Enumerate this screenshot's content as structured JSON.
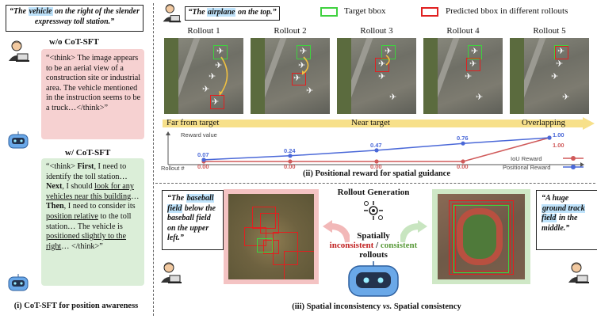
{
  "left": {
    "top_quote_pre": "“The ",
    "top_quote_hl": "vehicle",
    "top_quote_post": " on the right of the slender expressway toll station.”",
    "wo_title": "w/o CoT-SFT",
    "wo_text": "“<think> The image appears to be an aerial view of a construction site or industrial area. The vehicle mentioned in the instruction seems to be a truck…</think>”",
    "w_title": "w/ CoT-SFT",
    "w_l1a": "“<think> ",
    "w_l1b": "First",
    "w_l1c": ", I need to identify the toll station…",
    "w_l2a": "Next",
    "w_l2b": ", I should ",
    "w_l2c": "look for any vehicles near this building",
    "w_l2d": "… ",
    "w_l2e": "Then",
    "w_l2f": ", I need to consider its ",
    "w_l2g": "position relative",
    "w_l2h": " to the toll station… The vehicle is ",
    "w_l2i": "positioned slightly to the right",
    "w_l2j": "… </think>”",
    "caption": "(i) CoT-SFT for position awareness"
  },
  "top": {
    "quote_pre": "“The ",
    "quote_hl": "airplane",
    "quote_post": " on the top.”",
    "legend_target": "Target bbox",
    "legend_pred": "Predicted bbox in different rollouts",
    "rollouts": [
      "Rollout 1",
      "Rollout 2",
      "Rollout 3",
      "Rollout 4",
      "Rollout 5"
    ],
    "band_left": "Far from target",
    "band_mid": "Near target",
    "band_right": "Overlapping",
    "caption": "(ii) Positional reward for spatial guidance",
    "colors": {
      "target": "#3fd13f",
      "pred": "#e02020",
      "band": "#f7e08a",
      "iou": "#d05a5a",
      "pos": "#4a68d8"
    }
  },
  "chart_data": {
    "type": "line",
    "ylabel": "Reward value",
    "xlabel": "Rollout #",
    "x": [
      1,
      2,
      3,
      4,
      5
    ],
    "series": [
      {
        "name": "IoU Reward",
        "values": [
          0.0,
          0.0,
          0.0,
          0.0,
          1.0
        ],
        "labels": [
          "0.00",
          "0.00",
          "0.00",
          "0.00",
          "1.00"
        ]
      },
      {
        "name": "Positional Reward",
        "values": [
          0.07,
          0.24,
          0.47,
          0.76,
          1.0
        ],
        "labels": [
          "0.07",
          "0.24",
          "0.47",
          "0.76",
          "1.00"
        ]
      }
    ],
    "ylim": [
      0,
      1.0
    ]
  },
  "bottom": {
    "left_quote_pre": "“The ",
    "left_quote_hl": "baseball field",
    "left_quote_post": " below the baseball field on the upper left.”",
    "right_quote_pre": "“A huge ",
    "right_quote_hl": "ground track field",
    "right_quote_post": " in the middle.”",
    "gen_title": "Rollout Generation",
    "spatially": "Spatially",
    "inconsistent": "inconsistent",
    "slash": " / ",
    "consistent": "consistent",
    "rollouts": "rollouts",
    "caption": "(iii) Spatial inconsistency vs. Spatial consistency",
    "caption_vs": "vs."
  }
}
